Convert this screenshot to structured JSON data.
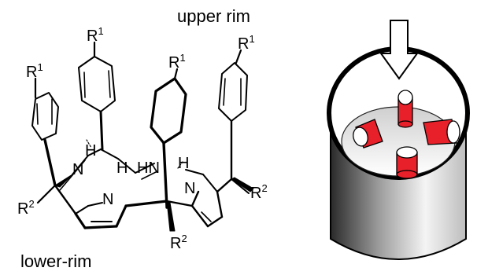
{
  "labels": {
    "upper_rim": "upper rim",
    "lower_rim": "lower-rim"
  },
  "atoms": {
    "r1": "R",
    "r1_sup": "1",
    "r2": "R",
    "r2_sup": "2",
    "n": "N",
    "h": "H",
    "hn": "HN",
    "hn2": "N"
  },
  "colors": {
    "bond": "#000000",
    "cavity_red": "#e8202a",
    "cylinder_dark": "#222222",
    "cylinder_light": "#f4f4f4"
  },
  "icons": {
    "arrow": "down-arrow-icon",
    "cylinder": "cavity-cylinder-icon"
  }
}
